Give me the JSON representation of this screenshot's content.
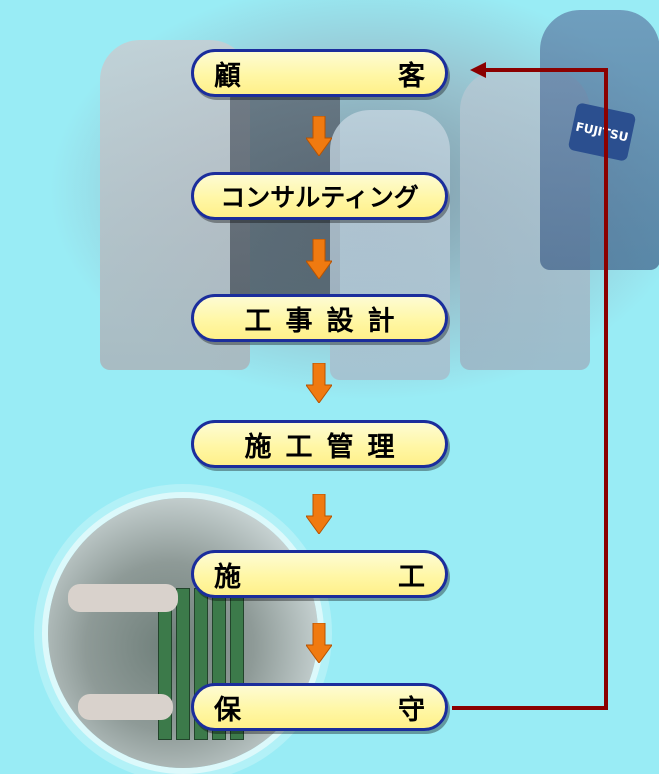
{
  "colors": {
    "background": "#99ecf5",
    "box_fill": "#fff7a6",
    "box_border": "#1b2d9c",
    "arrow": "#f07a10",
    "loop_line": "#8b0000"
  },
  "photo_logo_text": "FUJITSU",
  "steps": [
    {
      "left": "顧",
      "right": "客"
    },
    {
      "text": "コンサルティング"
    },
    {
      "text": "工事設計"
    },
    {
      "text": "施工管理"
    },
    {
      "left": "施",
      "right": "工"
    },
    {
      "left": "保",
      "right": "守"
    }
  ]
}
